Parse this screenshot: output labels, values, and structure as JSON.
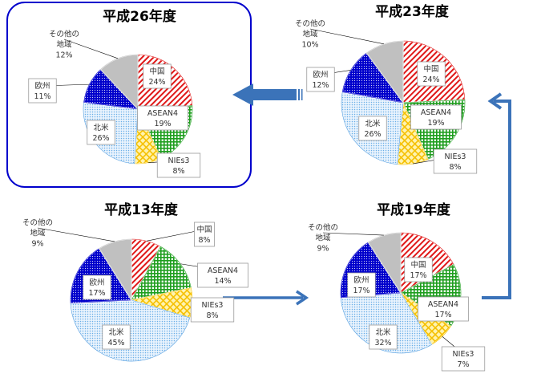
{
  "colors": {
    "china": "#e01818",
    "asean": "#1e9e1e",
    "nies": "#f5c000",
    "namerica": "#4d9be0",
    "europe": "#0000cc",
    "other": "#c0c0c0",
    "arrow": "#3b73b9",
    "frame": "#0000cc"
  },
  "chart_data": [
    {
      "type": "pie",
      "title": "平成26年度",
      "slices": [
        {
          "key": "china",
          "name": "中国",
          "value": 24,
          "pct": "24%"
        },
        {
          "key": "asean",
          "name": "ASEAN4",
          "value": 19,
          "pct": "19%"
        },
        {
          "key": "nies",
          "name": "NIEs3",
          "value": 8,
          "pct": "8%"
        },
        {
          "key": "namerica",
          "name": "北米",
          "value": 26,
          "pct": "26%"
        },
        {
          "key": "europe",
          "name": "欧州",
          "value": 11,
          "pct": "11%"
        },
        {
          "key": "other",
          "name": "その他の\n地域",
          "value": 12,
          "pct": "12%"
        }
      ]
    },
    {
      "type": "pie",
      "title": "平成23年度",
      "slices": [
        {
          "key": "china",
          "name": "中国",
          "value": 24,
          "pct": "24%"
        },
        {
          "key": "asean",
          "name": "ASEAN4",
          "value": 19,
          "pct": "19%"
        },
        {
          "key": "nies",
          "name": "NIEs3",
          "value": 8,
          "pct": "8%"
        },
        {
          "key": "namerica",
          "name": "北米",
          "value": 26,
          "pct": "26%"
        },
        {
          "key": "europe",
          "name": "欧州",
          "value": 12,
          "pct": "12%"
        },
        {
          "key": "other",
          "name": "その他の\n地域",
          "value": 10,
          "pct": "10%"
        }
      ]
    },
    {
      "type": "pie",
      "title": "平成13年度",
      "slices": [
        {
          "key": "china",
          "name": "中国",
          "value": 8,
          "pct": "8%"
        },
        {
          "key": "asean",
          "name": "ASEAN4",
          "value": 14,
          "pct": "14%"
        },
        {
          "key": "nies",
          "name": "NIEs3",
          "value": 8,
          "pct": "8%"
        },
        {
          "key": "namerica",
          "name": "北米",
          "value": 45,
          "pct": "45%"
        },
        {
          "key": "europe",
          "name": "欧州",
          "value": 17,
          "pct": "17%"
        },
        {
          "key": "other",
          "name": "その他の\n地域",
          "value": 9,
          "pct": "9%"
        }
      ]
    },
    {
      "type": "pie",
      "title": "平成19年度",
      "slices": [
        {
          "key": "china",
          "name": "中国",
          "value": 17,
          "pct": "17%"
        },
        {
          "key": "asean",
          "name": "ASEAN4",
          "value": 17,
          "pct": "17%"
        },
        {
          "key": "nies",
          "name": "NIEs3",
          "value": 7,
          "pct": "7%"
        },
        {
          "key": "namerica",
          "name": "北米",
          "value": 32,
          "pct": "32%"
        },
        {
          "key": "europe",
          "name": "欧州",
          "value": 17,
          "pct": "17%"
        },
        {
          "key": "other",
          "name": "その他の\n地域",
          "value": 9,
          "pct": "9%"
        }
      ]
    }
  ]
}
